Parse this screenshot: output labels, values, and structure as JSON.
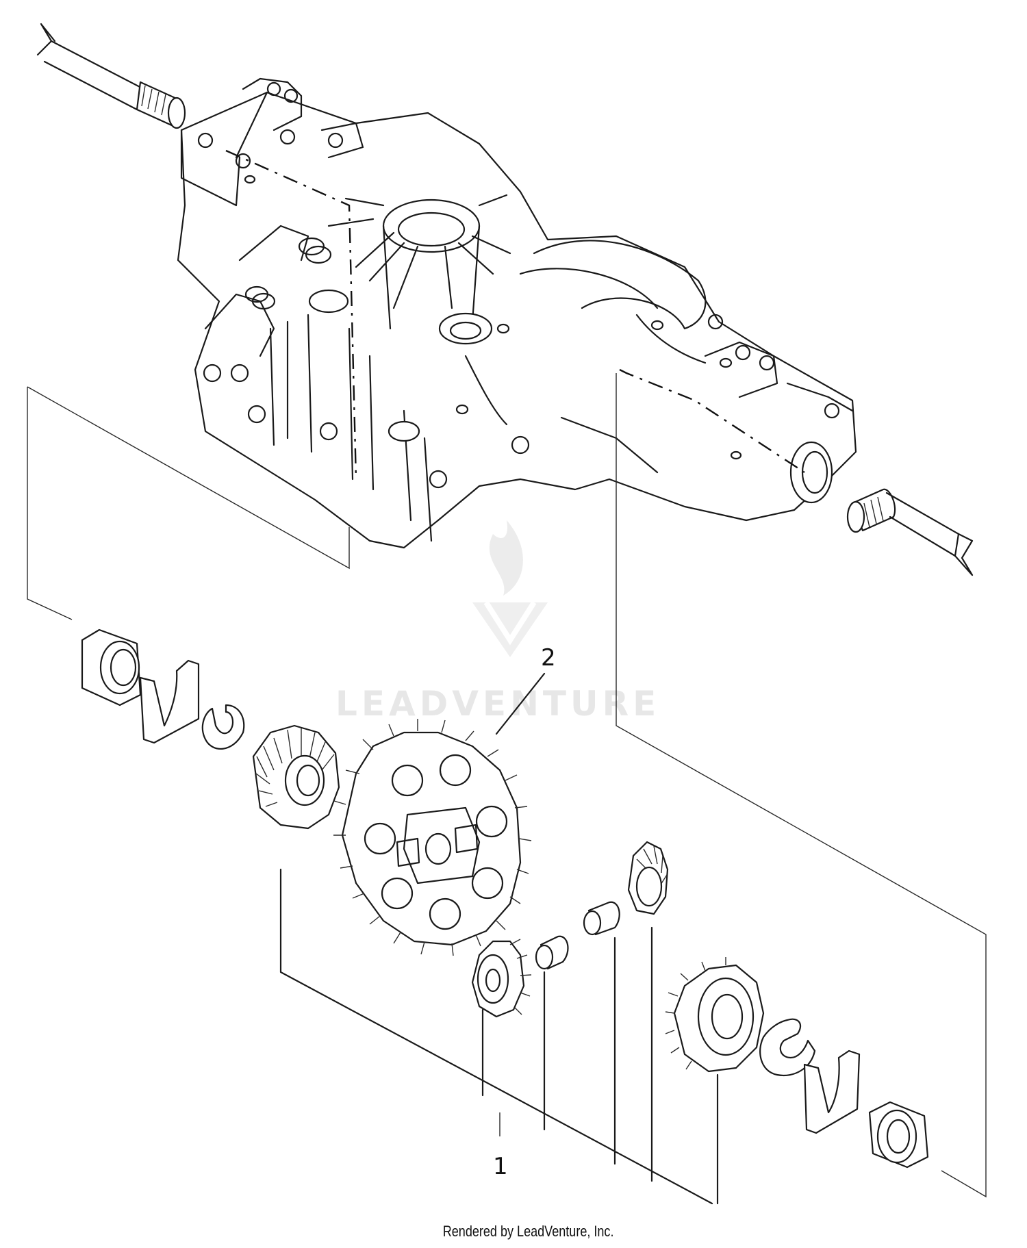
{
  "callouts": {
    "part_1": "1",
    "part_2": "2"
  },
  "watermark": {
    "text": "LEADVENTURE"
  },
  "footer": {
    "text": "Rendered by LeadVenture, Inc."
  },
  "colors": {
    "line": "#1a1a1a",
    "background": "#ffffff",
    "watermark": "#e7e7e7"
  }
}
